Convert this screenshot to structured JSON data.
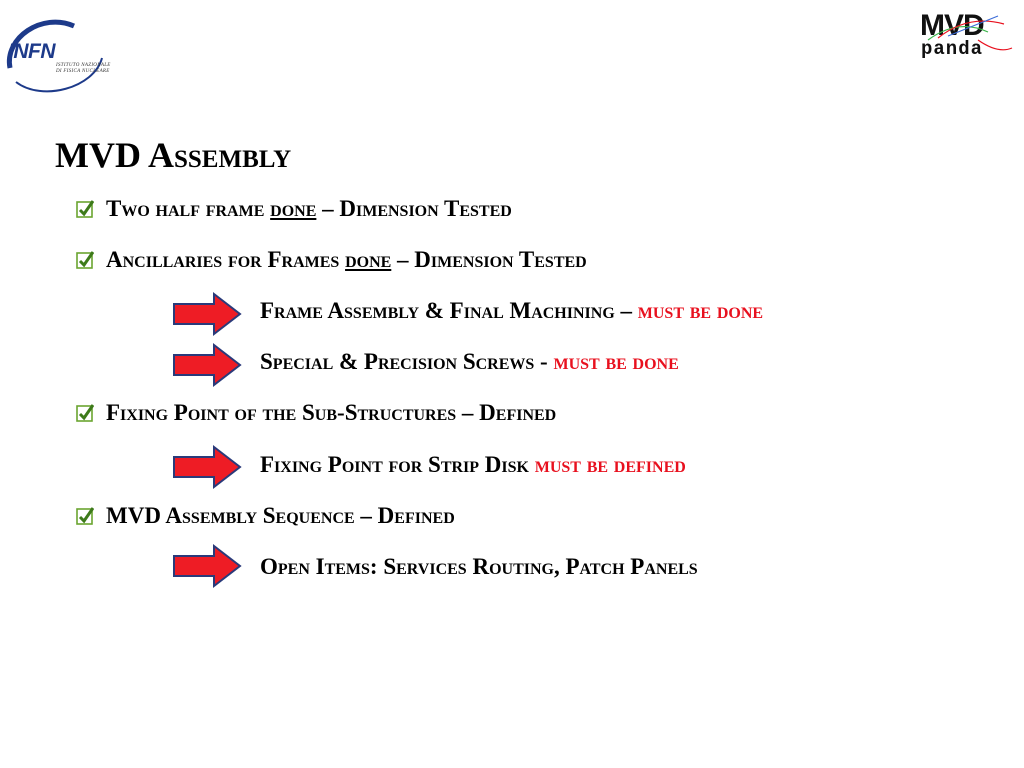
{
  "logos": {
    "left": {
      "name": "INFN",
      "subtitle_line1": "ISTITUTO NAZIONALE",
      "subtitle_line2": "DI FISICA NUCLEARE"
    },
    "right": {
      "line1": "MVD",
      "line2": "panda"
    }
  },
  "slide": {
    "title": "MVD Assembly",
    "items": [
      {
        "type": "check",
        "parts": [
          "Two half frame ",
          "done",
          " – Dimension Tested"
        ]
      },
      {
        "type": "check",
        "parts": [
          "Ancillaries for Frames ",
          "done",
          " – Dimension Tested"
        ]
      },
      {
        "type": "arrow",
        "text": "Frame Assembly & Final Machining – ",
        "status": "must be done"
      },
      {
        "type": "arrow",
        "text": "Special & Precision Screws - ",
        "status": "must be done"
      },
      {
        "type": "check",
        "text": "Fixing Point of the Sub-Structures – Defined"
      },
      {
        "type": "arrow",
        "text": "Fixing Point for Strip Disk ",
        "status": "must be defined"
      },
      {
        "type": "check",
        "text": "MVD Assembly Sequence – Defined"
      },
      {
        "type": "arrow",
        "text": "Open Items: Services Routing, Patch Panels"
      }
    ]
  },
  "colors": {
    "status_red": "#e8101e",
    "arrow_red": "#ee1c25",
    "arrow_outline": "#2a3a7a",
    "check_green": "#6aa530",
    "infn_blue": "#1d3a8a"
  },
  "icons": {
    "bullet": "checkbox-checked-icon",
    "sub_bullet": "right-arrow-icon"
  }
}
